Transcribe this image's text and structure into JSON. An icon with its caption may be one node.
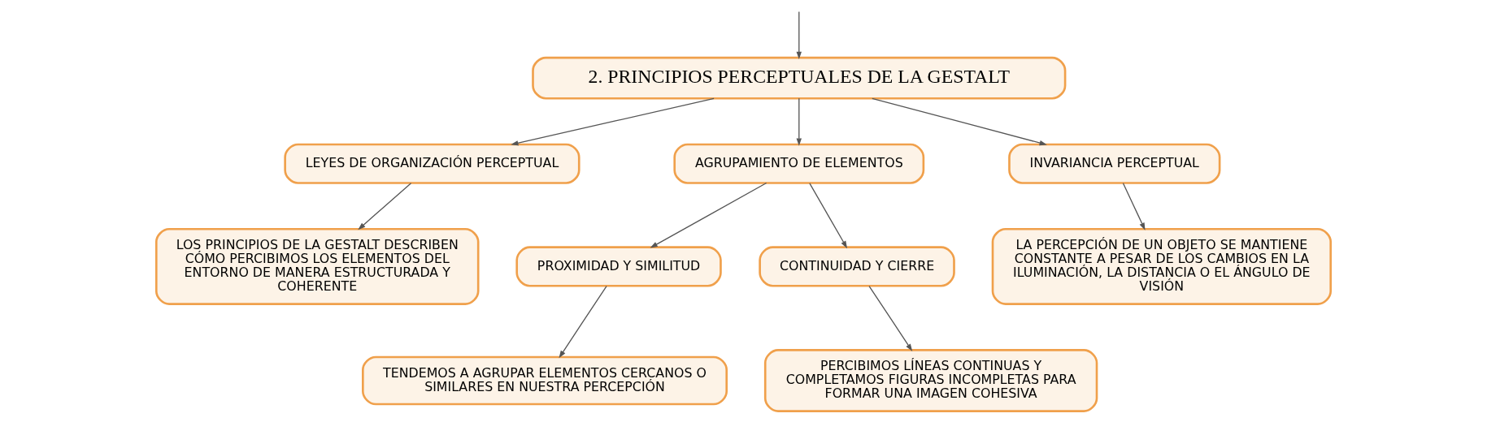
{
  "diagram": {
    "nodes": [
      {
        "text": [
          "2. PRINCIPIOS PERCEPTUALES DE LA GESTALT"
        ]
      },
      {
        "text": [
          "LEYES DE ORGANIZACIÓN PERCEPTUAL"
        ]
      },
      {
        "text": [
          "AGRUPAMIENTO DE ELEMENTOS"
        ]
      },
      {
        "text": [
          "INVARIANCIA PERCEPTUAL"
        ]
      },
      {
        "text": [
          "LOS PRINCIPIOS DE LA GESTALT DESCRIBEN CÓMO PERCIBIMOS LOS ELEMENTOS DEL ENTORNO DE MANERA ESTRUCTURADA Y COHERENTE"
        ]
      },
      {
        "text": [
          "PROXIMIDAD Y SIMILITUD"
        ]
      },
      {
        "text": [
          "CONTINUIDAD Y CIERRE"
        ]
      },
      {
        "text": [
          "LA PERCEPCIÓN DE UN OBJETO SE MANTIENE CONSTANTE A PESAR DE LOS CAMBIOS EN LA ILUMINACIÓN, LA DISTANCIA O EL ÁNGULO DE VISIÓN"
        ]
      },
      {
        "text": [
          "TENDEMOS A AGRUPAR ELEMENTOS CERCANOS O SIMILARES EN NUESTRA PERCEPCIÓN"
        ]
      },
      {
        "text": [
          "PERCIBIMOS LÍNEAS CONTINUAS Y COMPLETAMOS FIGURAS INCOMPLETAS PARA FORMAR UNA IMAGEN COHESIVA"
        ]
      }
    ],
    "edges": [
      {
        "from": null,
        "to": 0,
        "arrow": "to"
      },
      {
        "from": 0,
        "to": 1,
        "arrow": "to"
      },
      {
        "from": 0,
        "to": 2,
        "arrow": "to"
      },
      {
        "from": 0,
        "to": 3,
        "arrow": "to"
      },
      {
        "from": 1,
        "to": 4,
        "arrow": "to"
      },
      {
        "from": 2,
        "to": 5,
        "arrow": "to"
      },
      {
        "from": 2,
        "to": 6,
        "arrow": "to"
      },
      {
        "from": 3,
        "to": 7,
        "arrow": "to"
      },
      {
        "from": 5,
        "to": 8,
        "arrow": "to"
      },
      {
        "from": 6,
        "to": 9,
        "arrow": "to"
      }
    ]
  }
}
